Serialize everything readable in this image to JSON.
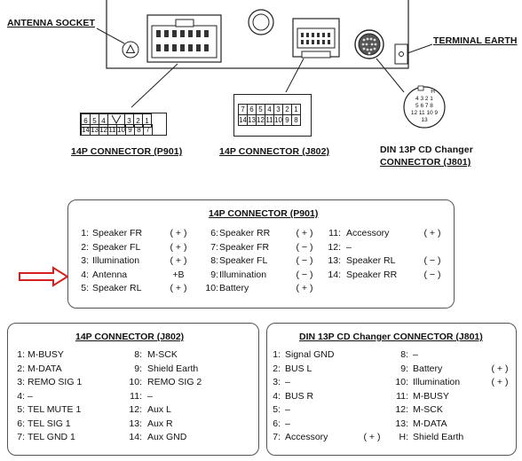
{
  "labels": {
    "antenna_socket": "ANTENNA SOCKET",
    "terminal_earth": "TERMINAL EARTH",
    "p901_caption": "14P CONNECTOR (P901)",
    "j802_caption": "14P CONNECTOR (J802)",
    "j801_caption_line1": "DIN 13P CD Changer",
    "j801_caption_line2": "CONNECTOR (J801)"
  },
  "p901_pins": {
    "top": [
      "6",
      "5",
      "4",
      "",
      "3",
      "2",
      "1"
    ],
    "bottom": [
      "14",
      "13",
      "12",
      "11",
      "10",
      "9",
      "8",
      "7"
    ]
  },
  "j802_pins": {
    "top": [
      "7",
      "6",
      "5",
      "4",
      "3",
      "2",
      "1"
    ],
    "bottom": [
      "14",
      "13",
      "12",
      "11",
      "10",
      "9",
      "8"
    ]
  },
  "din_pins": {
    "key": "H",
    "r1": "4 3 2 1",
    "r2": "5 6 7 8",
    "r3": "12 11 10 9",
    "r4": "13"
  },
  "p901_table": {
    "title": "14P CONNECTOR (P901)",
    "col1": [
      {
        "num": "1:",
        "signal": "Speaker FR",
        "pol": "( + )"
      },
      {
        "num": "2:",
        "signal": "Speaker FL",
        "pol": "( + )"
      },
      {
        "num": "3:",
        "signal": "Illumination",
        "pol": "( + )"
      },
      {
        "num": "4:",
        "signal": "Antenna",
        "pol": "+B"
      },
      {
        "num": "5:",
        "signal": "Speaker RL",
        "pol": "( + )"
      }
    ],
    "col2": [
      {
        "num": "6:",
        "signal": "Speaker RR",
        "pol": "( + )"
      },
      {
        "num": "7:",
        "signal": "Speaker FR",
        "pol": "( − )"
      },
      {
        "num": "8:",
        "signal": "Speaker FL",
        "pol": "( − )"
      },
      {
        "num": "9:",
        "signal": "Illumination",
        "pol": "( − )"
      },
      {
        "num": "10:",
        "signal": "Battery",
        "pol": "( + )"
      }
    ],
    "col3": [
      {
        "num": "11:",
        "signal": "Accessory",
        "pol": "( + )"
      },
      {
        "num": "12:",
        "signal": "–",
        "pol": ""
      },
      {
        "num": "13:",
        "signal": "Speaker RL",
        "pol": "( − )"
      },
      {
        "num": "14:",
        "signal": "Speaker RR",
        "pol": "( − )"
      }
    ]
  },
  "j802_table": {
    "title": "14P CONNECTOR (J802)",
    "col1": [
      {
        "num": "1:",
        "signal": "M-BUSY"
      },
      {
        "num": "2:",
        "signal": "M-DATA"
      },
      {
        "num": "3:",
        "signal": "REMO SIG 1"
      },
      {
        "num": "4:",
        "signal": "–"
      },
      {
        "num": "5:",
        "signal": "TEL MUTE 1"
      },
      {
        "num": "6:",
        "signal": "TEL SIG 1"
      },
      {
        "num": "7:",
        "signal": "TEL GND 1"
      }
    ],
    "col2": [
      {
        "num": "8:",
        "signal": "M-SCK"
      },
      {
        "num": "9:",
        "signal": "Shield Earth"
      },
      {
        "num": "10:",
        "signal": "REMO SIG 2"
      },
      {
        "num": "11:",
        "signal": "–"
      },
      {
        "num": "12:",
        "signal": "Aux L"
      },
      {
        "num": "13:",
        "signal": "Aux R"
      },
      {
        "num": "14:",
        "signal": "Aux GND"
      }
    ]
  },
  "j801_table": {
    "title": "DIN 13P CD Changer CONNECTOR (J801)",
    "col1": [
      {
        "num": "1:",
        "signal": "Signal GND",
        "pol": ""
      },
      {
        "num": "2:",
        "signal": "BUS L",
        "pol": ""
      },
      {
        "num": "3:",
        "signal": "–",
        "pol": ""
      },
      {
        "num": "4:",
        "signal": "BUS R",
        "pol": ""
      },
      {
        "num": "5:",
        "signal": "–",
        "pol": ""
      },
      {
        "num": "6:",
        "signal": "–",
        "pol": ""
      },
      {
        "num": "7:",
        "signal": "Accessory",
        "pol": "( + )"
      }
    ],
    "col2": [
      {
        "num": "8:",
        "signal": "–",
        "pol": ""
      },
      {
        "num": "9:",
        "signal": "Battery",
        "pol": "( + )"
      },
      {
        "num": "10:",
        "signal": "Illumination",
        "pol": "( + )"
      },
      {
        "num": "11:",
        "signal": "M-BUSY",
        "pol": ""
      },
      {
        "num": "12:",
        "signal": "M-SCK",
        "pol": ""
      },
      {
        "num": "13:",
        "signal": "M-DATA",
        "pol": ""
      },
      {
        "num": "H:",
        "signal": "Shield Earth",
        "pol": ""
      }
    ]
  },
  "colors": {
    "arrow": "#d62020",
    "line": "#222222"
  }
}
